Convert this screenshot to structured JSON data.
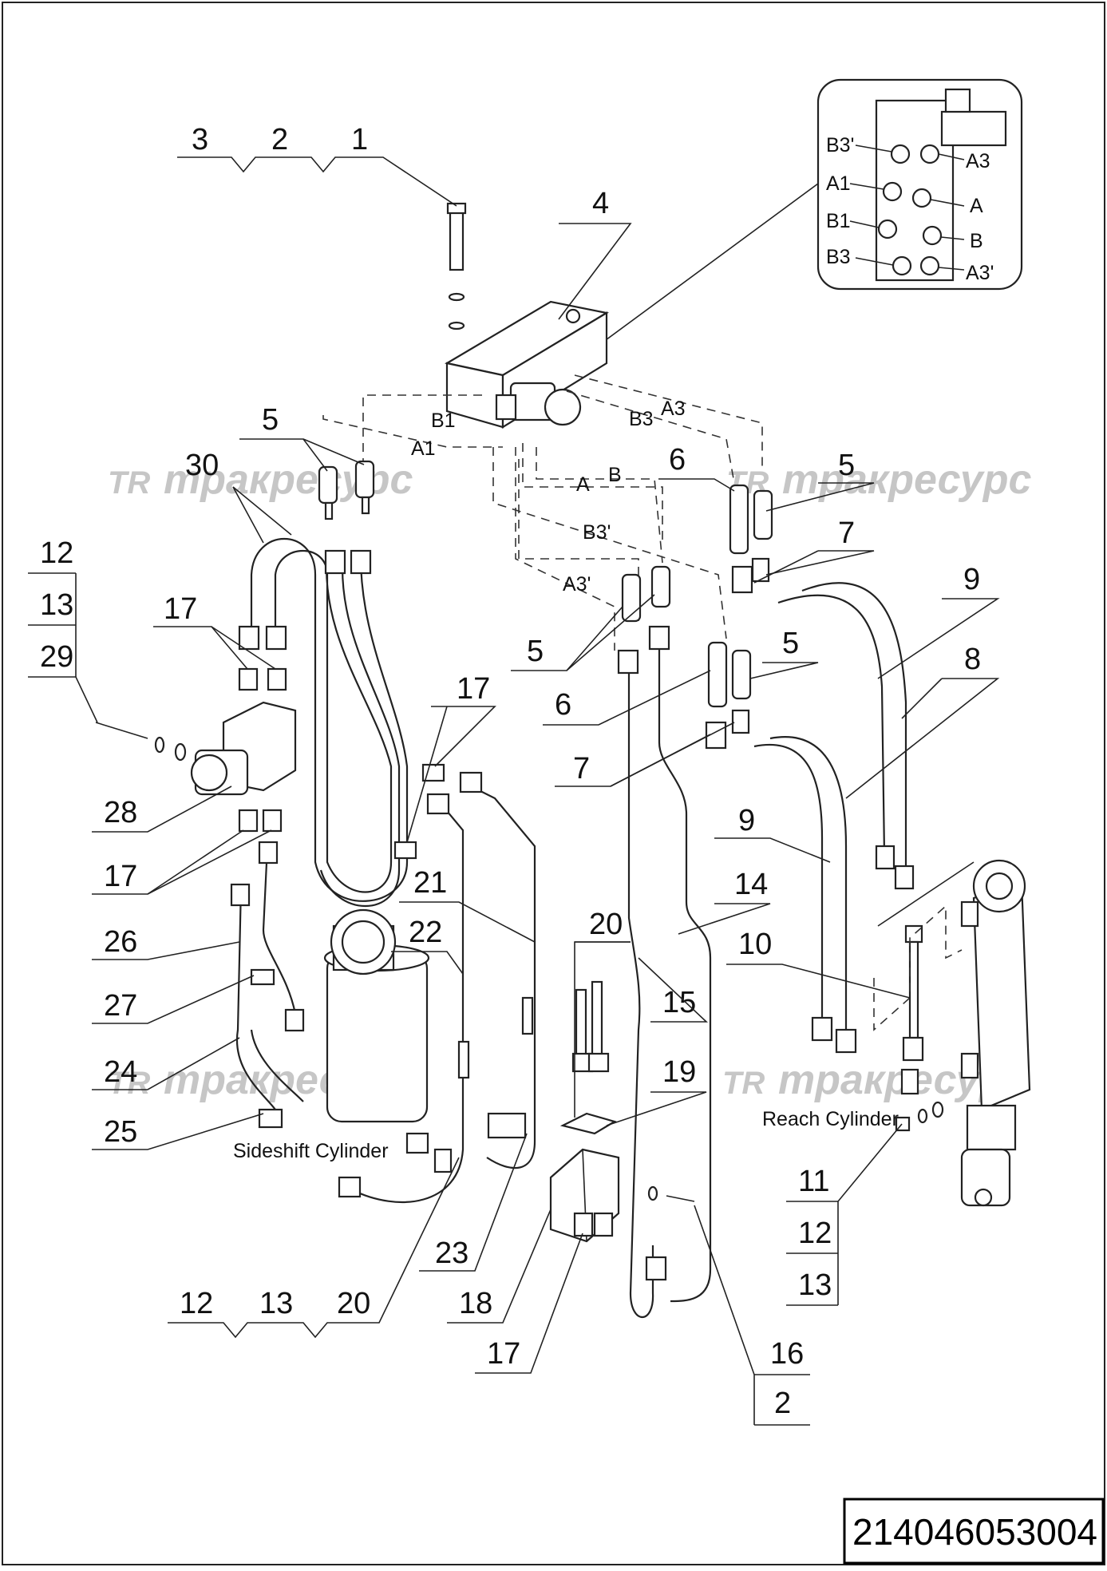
{
  "diagram": {
    "part_number": "214046053004",
    "watermark": "тракресурс",
    "watermark_logo": "TR",
    "captions": {
      "sideshift": "Sideshift Cylinder",
      "reach": "Reach Cylinder"
    },
    "ports": {
      "p1": "B1",
      "p2": "A1",
      "p3": "B3",
      "p4": "A3",
      "p5": "A",
      "p6": "B",
      "p7": "B3'",
      "p8": "A3'"
    },
    "inset_ports": {
      "i1": "B3'",
      "i2": "A3",
      "i3": "A1",
      "i4": "A",
      "i5": "B1",
      "i6": "B",
      "i7": "B3",
      "i8": "A3'"
    },
    "callouts": {
      "c1": "3",
      "c2": "2",
      "c3": "1",
      "c4": "4",
      "c5": "5",
      "c6": "30",
      "c7": "12",
      "c8": "13",
      "c9": "29",
      "c10": "17",
      "c11": "17",
      "c12": "28",
      "c13": "17",
      "c14": "26",
      "c15": "27",
      "c16": "24",
      "c17": "25",
      "c18": "21",
      "c19": "22",
      "c20": "6",
      "c21": "5",
      "c22": "7",
      "c23": "9",
      "c24": "5",
      "c25": "6",
      "c26": "5",
      "c27": "7",
      "c28": "8",
      "c29": "9",
      "c30": "14",
      "c31": "10",
      "c32": "20",
      "c33": "15",
      "c34": "19",
      "c35": "11",
      "c36": "12",
      "c37": "13",
      "c38": "23",
      "c39": "12",
      "c40": "13",
      "c41": "20",
      "c42": "18",
      "c43": "17",
      "c44": "16",
      "c45": "2"
    }
  }
}
